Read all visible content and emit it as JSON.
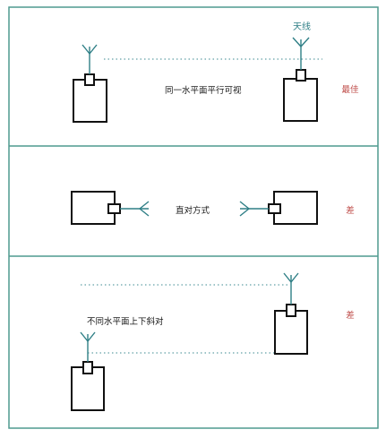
{
  "antenna_label": "天线",
  "panels": [
    {
      "description": "同一水平面平行可视",
      "rating": "最佳"
    },
    {
      "description": "直对方式",
      "rating": "差"
    },
    {
      "description": "不同水平面上下斜对",
      "rating": "差"
    }
  ],
  "colors": {
    "frame": "#4f9a8f",
    "device": "#111111",
    "antenna": "#2f7f86",
    "dotted_line": "#3d8a92",
    "text": "#1a1a1a",
    "antenna_label_color": "#2f7f86",
    "rating_color": "#c0504d"
  }
}
